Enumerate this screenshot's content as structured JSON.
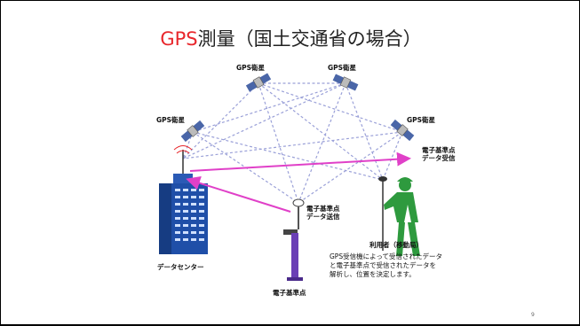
{
  "slide": {
    "title_highlight": "GPS",
    "title_rest": "測量（国土交通省の場合）",
    "page_number": "9"
  },
  "diagram": {
    "satellites": [
      {
        "label": "GPS衛星"
      },
      {
        "label": "GPS衛星"
      },
      {
        "label": "GPS衛星"
      },
      {
        "label": "GPS衛星"
      }
    ],
    "data_center_label": "データセンター",
    "reference_station_label": "電子基準点",
    "reference_station_send_line1": "電子基準点",
    "reference_station_send_line2": "データ送信",
    "receive_line1": "電子基準点",
    "receive_line2": "データ受信",
    "user_label": "利用者（移動局）",
    "description": "GPS受信機によって受信されたデータ\nと電子基準点で受信されたデータを\n解析し、位置を決定します。",
    "colors": {
      "arrow": "#e040c8",
      "signal": "#9aa0d8",
      "building": "#1f4fa8",
      "station": "#6a3fb5",
      "user": "#2e9a3e",
      "title_highlight": "#e8262b"
    }
  }
}
